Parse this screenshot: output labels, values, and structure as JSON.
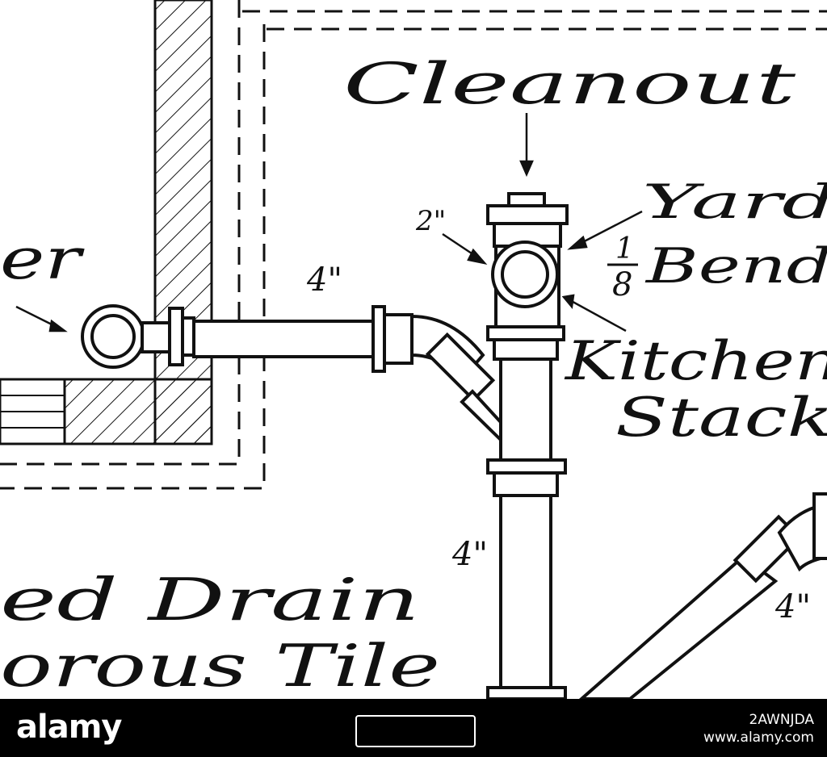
{
  "labels": {
    "cleanout": "Cleanout",
    "yard": "Yard",
    "bend_fraction_num": "1",
    "bend_fraction_den": "8",
    "bend": "Bend",
    "kitchen": "Kitchen",
    "stack": "Stack",
    "sewer": "er",
    "drain_line1": "ed Drain",
    "drain_line2": "orous Tile",
    "size_2in": "2\"",
    "size_4in_house": "4\"",
    "size_4in_vertical": "4\"",
    "size_4in_right": "4\""
  },
  "watermark": {
    "brand": "alamy",
    "image_id": "2AWNJDA",
    "url": "www.alamy.com"
  },
  "colors": {
    "ink": "#111111",
    "background": "#ffffff",
    "footer": "#000000"
  }
}
